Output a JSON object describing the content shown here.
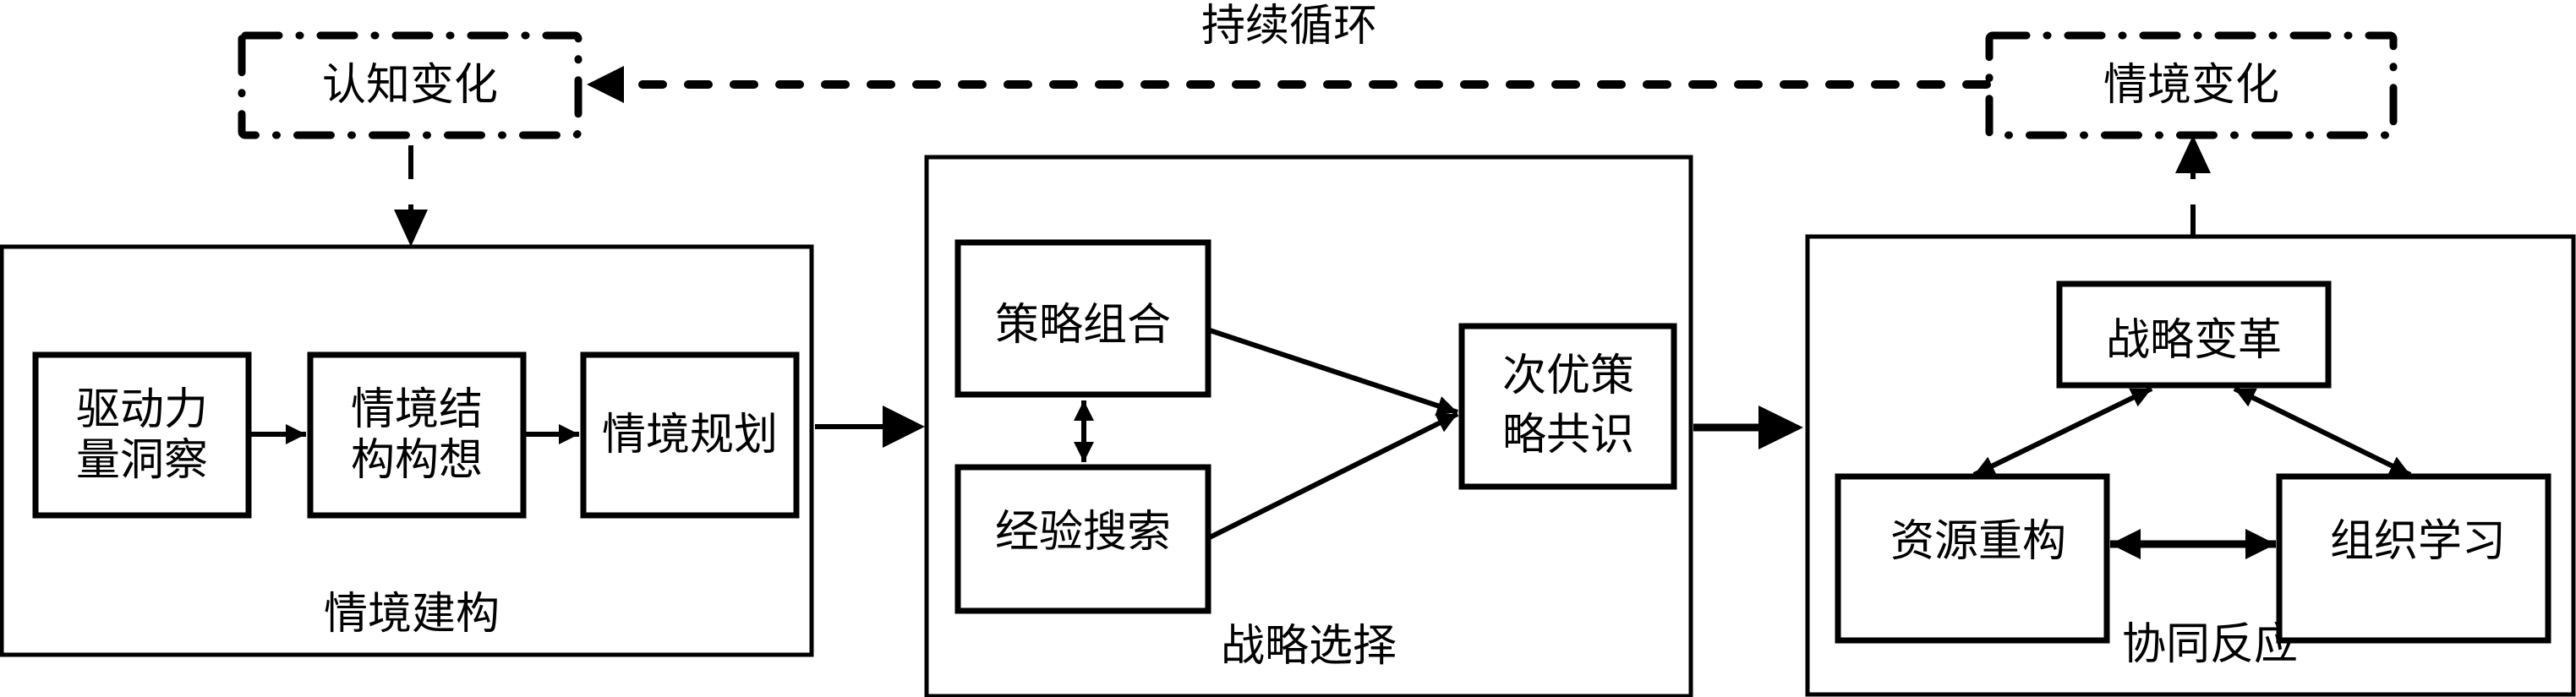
{
  "title": "持续循环",
  "feedback": {
    "cognitive_change": "认知变化",
    "situation_change": "情境变化"
  },
  "sections": [
    {
      "label": "情境建构",
      "nodes": [
        {
          "line1": "驱动力",
          "line2": "量洞察"
        },
        {
          "line1": "情境结",
          "line2": "构构想"
        },
        {
          "line1": "情境规划",
          "line2": ""
        }
      ]
    },
    {
      "label": "战略选择",
      "nodes": [
        {
          "line1": "策略组合",
          "line2": ""
        },
        {
          "line1": "经验搜索",
          "line2": ""
        },
        {
          "line1": "次优策",
          "line2": "略共识"
        }
      ]
    },
    {
      "label": "协同反应",
      "nodes": [
        {
          "line1": "战略变革",
          "line2": ""
        },
        {
          "line1": "资源重构",
          "line2": ""
        },
        {
          "line1": "组织学习",
          "line2": ""
        }
      ]
    }
  ],
  "colors": {
    "stroke": "#000000",
    "background": "#ffffff"
  }
}
